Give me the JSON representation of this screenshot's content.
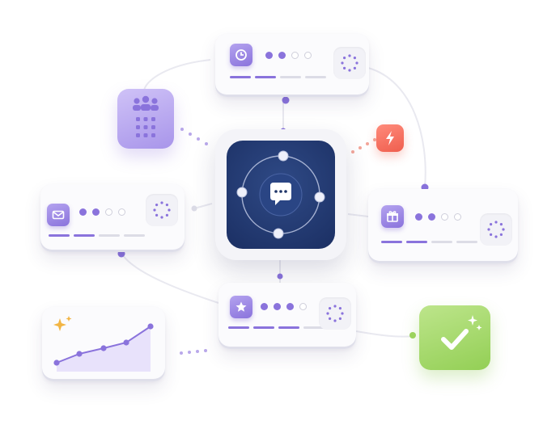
{
  "illustration": {
    "hub": {
      "icon": "chat-bubble-icon"
    },
    "cards": [
      {
        "name": "card-top",
        "icon": "clock-icon",
        "dots_filled": 2,
        "dots_total": 4,
        "bars_filled": 2,
        "bars_total": 4,
        "status_icon": "loading-spinner-icon"
      },
      {
        "name": "card-left",
        "icon": "mail-icon",
        "dots_filled": 2,
        "dots_total": 4,
        "bars_filled": 2,
        "bars_total": 4,
        "status_icon": "loading-spinner-icon"
      },
      {
        "name": "card-right",
        "icon": "gift-icon",
        "dots_filled": 2,
        "dots_total": 4,
        "bars_filled": 2,
        "bars_total": 4,
        "status_icon": "loading-spinner-icon"
      },
      {
        "name": "card-bottom",
        "icon": "star-icon",
        "dots_filled": 3,
        "dots_total": 4,
        "bars_filled": 3,
        "bars_total": 4,
        "status_icon": "loading-spinner-icon"
      }
    ],
    "tiles": [
      {
        "name": "team-tile",
        "icon": "team-icon",
        "color": "#b9a8f0"
      },
      {
        "name": "alert-badge",
        "icon": "lightning-icon",
        "color": "#f06a5a"
      },
      {
        "name": "success-tile",
        "icon": "checkmark-icon",
        "color": "#9ed45f"
      },
      {
        "name": "growth-chart-card",
        "icon": "sparkle-icon",
        "color": "#8a73dc"
      }
    ],
    "colors": {
      "accent": "#8a73dc",
      "hub": "#1e3468",
      "connector": "#e6e6ee"
    }
  }
}
